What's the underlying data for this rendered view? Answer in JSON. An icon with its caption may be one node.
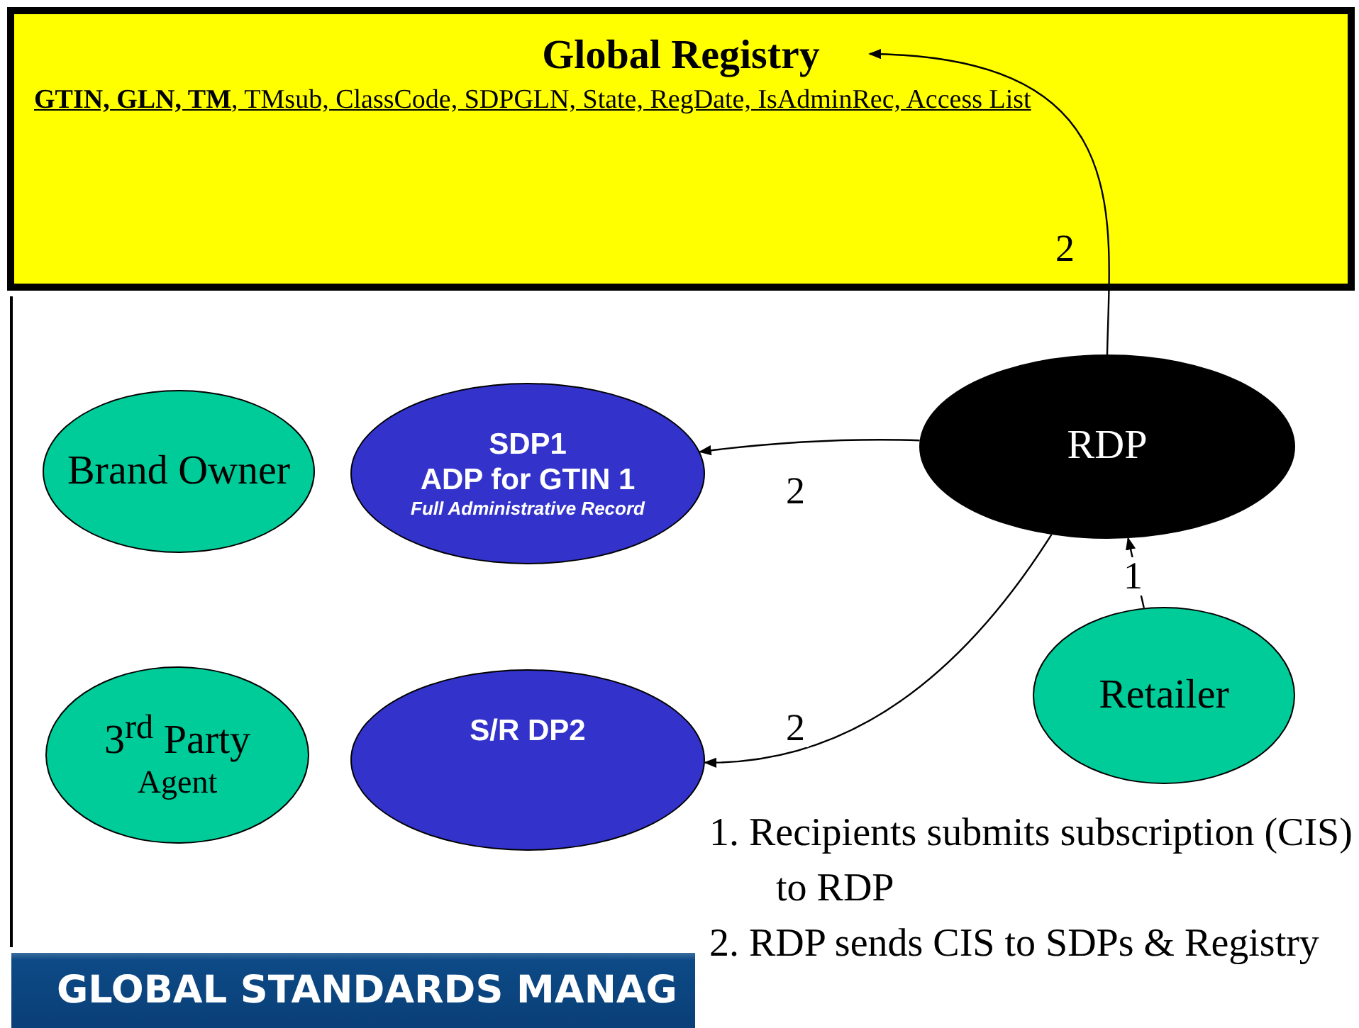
{
  "diagram": {
    "nodes": [
      {
        "text": [
          "Global Registry",
          "**GTIN, GLN, TM**, TMsub, ClassCode, SDPGLN, State, RegDate, IsAdminRec, Access List"
        ]
      },
      {
        "text": [
          "Brand Owner"
        ]
      },
      {
        "text": [
          "SDP1",
          "ADP for GTIN 1",
          "Full Administrative Record"
        ]
      },
      {
        "text": [
          "RDP"
        ]
      },
      {
        "text": [
          "3$^{rd}$ Party",
          "Agent"
        ]
      },
      {
        "text": [
          "S/R DP2"
        ]
      },
      {
        "text": [
          "Retailer"
        ]
      }
    ],
    "edges": [
      {
        "from": 6,
        "to": 3,
        "arrow": "to",
        "label": "1"
      },
      {
        "from": 3,
        "to": 2,
        "arrow": "to",
        "label": "2"
      },
      {
        "from": 3,
        "to": 5,
        "arrow": "to",
        "label": "2"
      },
      {
        "from": 3,
        "to": 0,
        "arrow": "to",
        "label": "2"
      }
    ],
    "labels": [
      "1. Recipients submits subscription (CIS) to RDP",
      "2. RDP sends CIS to SDPs & Registry",
      "GLOBAL STANDARDS MANAG"
    ]
  }
}
